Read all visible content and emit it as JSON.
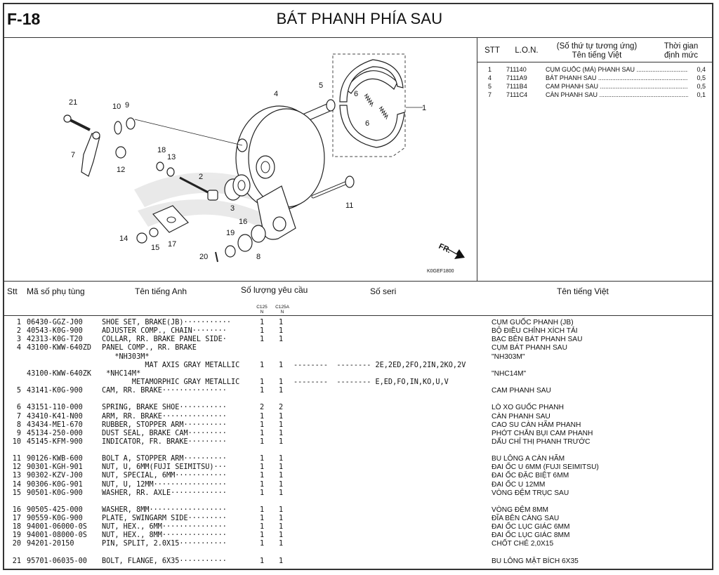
{
  "header": {
    "code": "F-18",
    "title": "BÁT PHANH PHÍA SAU"
  },
  "diagram": {
    "callouts": [
      "21",
      "10",
      "9",
      "7",
      "12",
      "18",
      "13",
      "4",
      "5",
      "6",
      "6",
      "1",
      "2",
      "3",
      "11",
      "16",
      "19",
      "14",
      "15",
      "17",
      "20",
      "8"
    ],
    "direction_label": "FR.",
    "figure_code": "K0GEF1800"
  },
  "labor_table": {
    "headers": {
      "stt": "STT",
      "lon": "L.O.N.",
      "name_line1": "(Số thứ tự tương ứng)",
      "name_line2": "Tên tiếng Việt",
      "time_line1": "Thời gian",
      "time_line2": "định mức"
    },
    "rows": [
      {
        "stt": "1",
        "lon": "711140",
        "name": "CỤM GUỐC (MÁ) PHANH SAU",
        "time": "0,4"
      },
      {
        "stt": "4",
        "lon": "7111A9",
        "name": "BÁT PHANH SAU",
        "time": "0,5"
      },
      {
        "stt": "5",
        "lon": "7111B4",
        "name": "CAM PHANH SAU",
        "time": "0,5"
      },
      {
        "stt": "7",
        "lon": "7111C4",
        "name": "CÀN PHANH SAU",
        "time": "0,1"
      }
    ]
  },
  "parts_header": {
    "stt": "Stt",
    "part_no": "Mã số phụ tùng",
    "english": "Tên tiếng Anh",
    "qty": "Số lượng yêu cầu",
    "serial": "Số seri",
    "vietnamese": "Tên tiếng Việt",
    "model1": "C125",
    "model1_sub": "N",
    "model2": "C125A",
    "model2_sub": "N"
  },
  "parts": [
    {
      "no": "1",
      "pn": "06430-GGZ-J00",
      "en": "SHOE SET, BRAKE(JB)···········",
      "q1": "1",
      "q2": "1",
      "ser": "",
      "vn": "CỤM GUỐC PHANH (JB)"
    },
    {
      "no": "2",
      "pn": "40543-K0G-900",
      "en": "ADJUSTER COMP., CHAIN········",
      "q1": "1",
      "q2": "1",
      "ser": "",
      "vn": "BỘ ĐIỀU CHỈNH XÍCH TẢI"
    },
    {
      "no": "3",
      "pn": "42313-K0G-T20",
      "en": "COLLAR, RR. BRAKE PANEL SIDE·",
      "q1": "1",
      "q2": "1",
      "ser": "",
      "vn": "BẠC BÊN BÁT PHANH SAU"
    },
    {
      "no": "4",
      "pn": "43100-KWW-640ZD",
      "en": "PANEL COMP., RR. BRAKE",
      "q1": "",
      "q2": "",
      "ser": "",
      "vn": "CỤM BÁT PHANH SAU"
    },
    {
      "no": "",
      "pn": "",
      "en": "   *NH303M*",
      "q1": "",
      "q2": "",
      "ser": "",
      "vn": "\"NH303M\""
    },
    {
      "no": "",
      "pn": "",
      "en": "          MAT AXIS GRAY METALLIC",
      "q1": "1",
      "q2": "1",
      "ser": "--------  -------- 2E,2ED,2FO,2IN,2KO,2V",
      "vn": ""
    },
    {
      "no": "",
      "pn": "43100-KWW-640ZK",
      "en": " *NHC14M*",
      "q1": "",
      "q2": "",
      "ser": "",
      "vn": "\"NHC14M\""
    },
    {
      "no": "",
      "pn": "",
      "en": "       METAMORPHIC GRAY METALLIC",
      "q1": "1",
      "q2": "1",
      "ser": "--------  -------- E,ED,FO,IN,KO,U,V",
      "vn": ""
    },
    {
      "no": "5",
      "pn": "43141-K0G-900",
      "en": "CAM, RR. BRAKE···············",
      "q1": "1",
      "q2": "1",
      "ser": "",
      "vn": "CAM PHANH SAU"
    },
    {
      "no": "6",
      "pn": "43151-110-000",
      "en": "SPRING, BRAKE SHOE···········",
      "q1": "2",
      "q2": "2",
      "ser": "",
      "vn": "LÒ XO GUỐC PHANH"
    },
    {
      "no": "7",
      "pn": "43410-K41-N00",
      "en": "ARM, RR. BRAKE···············",
      "q1": "1",
      "q2": "1",
      "ser": "",
      "vn": "CÀN PHANH SAU"
    },
    {
      "no": "8",
      "pn": "43434-ME1-670",
      "en": "RUBBER, STOPPER ARM··········",
      "q1": "1",
      "q2": "1",
      "ser": "",
      "vn": "CAO SU CÀN HÃM PHANH"
    },
    {
      "no": "9",
      "pn": "45134-250-000",
      "en": "DUST SEAL, BRAKE CAM·········",
      "q1": "1",
      "q2": "1",
      "ser": "",
      "vn": "PHỚT CHẮN BỤI CAM PHANH"
    },
    {
      "no": "10",
      "pn": "45145-KFM-900",
      "en": "INDICATOR, FR. BRAKE·········",
      "q1": "1",
      "q2": "1",
      "ser": "",
      "vn": "DẤU CHỈ THỊ PHANH TRƯỚC"
    },
    {
      "no": "11",
      "pn": "90126-KWB-600",
      "en": "BOLT A, STOPPER ARM··········",
      "q1": "1",
      "q2": "1",
      "ser": "",
      "vn": "BU LÔNG A CÀN HÃM"
    },
    {
      "no": "12",
      "pn": "90301-KGH-901",
      "en": "NUT, U, 6MM(FUJI SEIMITSU)···",
      "q1": "1",
      "q2": "1",
      "ser": "",
      "vn": "ĐAI ỐC U 6MM (FUJI SEIMITSU)"
    },
    {
      "no": "13",
      "pn": "90302-KZV-J00",
      "en": "NUT, SPECIAL, 6MM············",
      "q1": "1",
      "q2": "1",
      "ser": "",
      "vn": "ĐAI ỐC ĐẶC BIỆT 6MM"
    },
    {
      "no": "14",
      "pn": "90306-K0G-901",
      "en": "NUT, U, 12MM·················",
      "q1": "1",
      "q2": "1",
      "ser": "",
      "vn": "ĐAI ỐC U 12MM"
    },
    {
      "no": "15",
      "pn": "90501-K0G-900",
      "en": "WASHER, RR. AXLE·············",
      "q1": "1",
      "q2": "1",
      "ser": "",
      "vn": "VÒNG ĐỆM TRỤC SAU"
    },
    {
      "no": "16",
      "pn": "90505-425-000",
      "en": "WASHER, 8MM··················",
      "q1": "1",
      "q2": "1",
      "ser": "",
      "vn": "VÒNG ĐỆM 8MM"
    },
    {
      "no": "17",
      "pn": "90559-K0G-900",
      "en": "PLATE, SWINGARM SIDE·········",
      "q1": "1",
      "q2": "1",
      "ser": "",
      "vn": "ĐĨA BÊN CÀNG SAU"
    },
    {
      "no": "18",
      "pn": "94001-06000-0S",
      "en": "NUT, HEX., 6MM···············",
      "q1": "1",
      "q2": "1",
      "ser": "",
      "vn": "ĐAI ỐC LỤC GIÁC 6MM"
    },
    {
      "no": "19",
      "pn": "94001-08000-0S",
      "en": "NUT, HEX., 8MM···············",
      "q1": "1",
      "q2": "1",
      "ser": "",
      "vn": "ĐAI ỐC LỤC GIÁC 8MM"
    },
    {
      "no": "20",
      "pn": "94201-20150",
      "en": "PIN, SPLIT, 2.0X15···········",
      "q1": "1",
      "q2": "1",
      "ser": "",
      "vn": "CHỐT CHẺ 2,0X15"
    },
    {
      "no": "21",
      "pn": "95701-06035-00",
      "en": "BOLT, FLANGE, 6X35···········",
      "q1": "1",
      "q2": "1",
      "ser": "",
      "vn": "BU LÔNG MẶT BÍCH 6X35"
    }
  ]
}
